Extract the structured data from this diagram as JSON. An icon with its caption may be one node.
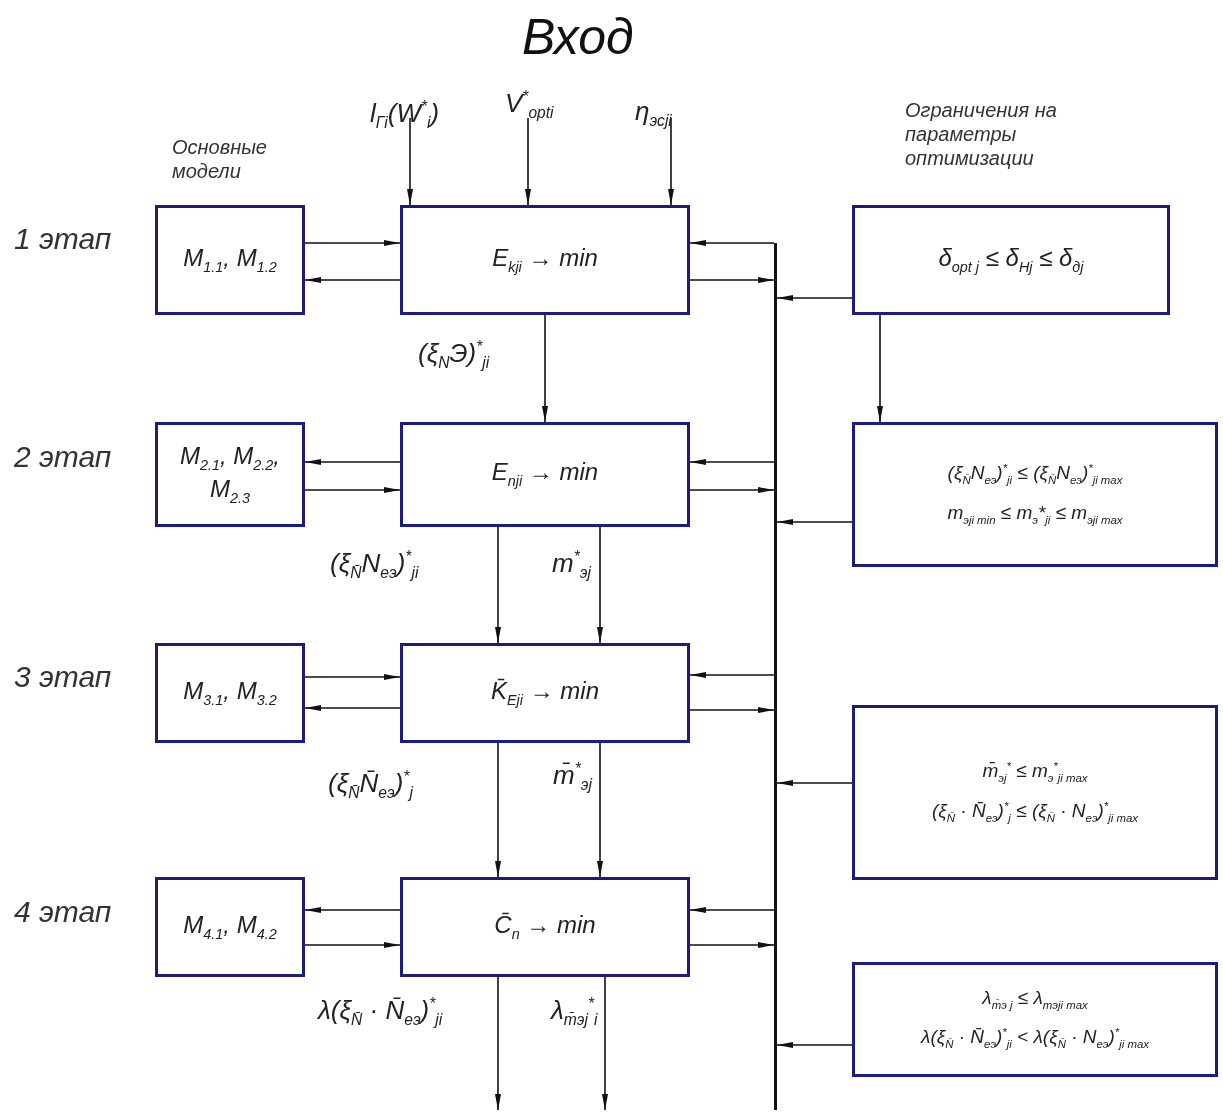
{
  "diagram": {
    "title": "Вход",
    "nodes": [
      {
        "text": [
          "M$_{1.1}$, M$_{1.2}$"
        ],
        "beside": [
          "Основные модели"
        ]
      },
      {
        "text": [
          "E$_{kji}$ → min"
        ]
      },
      {
        "text": [
          "M$_{2.1}$, M$_{2.2}$, M$_{2.3}$"
        ]
      },
      {
        "text": [
          "E$_{nji}$ → min"
        ]
      },
      {
        "text": [
          "M$_{3.1}$, M$_{3.2}$"
        ]
      },
      {
        "text": [
          "K̄$_{Eji}$ → min"
        ]
      },
      {
        "text": [
          "M$_{4.1}$, M$_{4.2}$"
        ]
      },
      {
        "text": [
          "C̄$_{n}$ → min"
        ]
      },
      {
        "text": [
          "δ$_{opt j}$ ≤ δ$_{Hj}$ ≤ δ$_{дj}$"
        ],
        "beside": [
          "Ограничения на параметры оптимизации"
        ]
      },
      {
        "text": [
          "(ξ$_{N̄}$N$_{eэ}$)$^{*}$$_{ji}$ ≤ (ξ$_{N̄}$N$_{eэ}$)$^{*}$$_{ji max}$",
          "m$_{эji min}$ ≤ m$_{э}$*$_{ji}$ ≤ m$_{эji max}$"
        ]
      },
      {
        "text": [
          "m̄$_{эj}$$^{*}$ ≤ m$_{э}$$^{*}$$_{ji max}$",
          "(ξ$_{N̄}$ · N̄$_{eэ}$)$^{*}$$_{j}$ ≤ (ξ$_{N̄}$ · N$_{eэ}$)$^{*}$$_{ji max}$"
        ]
      },
      {
        "text": [
          "λ$_{m̄э j}$ ≤ λ$_{mэji max}$",
          "λ(ξ$_{N̄}$ · N̄$_{eэ}$)$^{*}$$_{ji}$ < λ(ξ$_{N̄}$ · N$_{eэ}$)$^{*}$$_{ji max}$"
        ]
      },
      {
        "text": [],
        "shape": "bar"
      }
    ],
    "edges": [
      {
        "from": null,
        "to": 1,
        "arrow": "to",
        "label": "l$_{Гi}$(W$^{*}$$_{i}$)"
      },
      {
        "from": null,
        "to": 1,
        "arrow": "to",
        "label": "V$^{*}$$_{opti}$"
      },
      {
        "from": null,
        "to": 1,
        "arrow": "to",
        "label": "η$_{эсji}$"
      },
      {
        "from": 0,
        "to": 1,
        "arrow": "to"
      },
      {
        "from": 1,
        "to": 0,
        "arrow": "to"
      },
      {
        "from": 12,
        "to": 1,
        "arrow": "to"
      },
      {
        "from": 1,
        "to": 12,
        "arrow": "to"
      },
      {
        "from": 8,
        "to": 12,
        "arrow": "to"
      },
      {
        "from": 8,
        "to": 9,
        "arrow": "to"
      },
      {
        "from": 1,
        "to": 3,
        "arrow": "to",
        "label": "(ξ$_{N}$Э)$^{*}$$_{ji}$"
      },
      {
        "from": 3,
        "to": 2,
        "arrow": "to"
      },
      {
        "from": 2,
        "to": 3,
        "arrow": "to"
      },
      {
        "from": 12,
        "to": 3,
        "arrow": "to"
      },
      {
        "from": 3,
        "to": 12,
        "arrow": "to"
      },
      {
        "from": 9,
        "to": 12,
        "arrow": "to"
      },
      {
        "from": 3,
        "to": 5,
        "arrow": "to",
        "label": "(ξ$_{N̄}$N$_{eэ}$)$^{*}$$_{ji}$"
      },
      {
        "from": 3,
        "to": 5,
        "arrow": "to",
        "label": "m$^{*}$$_{эj}$"
      },
      {
        "from": 4,
        "to": 5,
        "arrow": "to"
      },
      {
        "from": 5,
        "to": 4,
        "arrow": "to"
      },
      {
        "from": 12,
        "to": 5,
        "arrow": "to"
      },
      {
        "from": 5,
        "to": 12,
        "arrow": "to"
      },
      {
        "from": 10,
        "to": 12,
        "arrow": "to"
      },
      {
        "from": 5,
        "to": 7,
        "arrow": "to",
        "label": "(ξ$_{N̄}$N̄$_{eэ}$)$^{*}$$_{j}$"
      },
      {
        "from": 5,
        "to": 7,
        "arrow": "to",
        "label": "m̄$^{*}$$_{эj}$"
      },
      {
        "from": 7,
        "to": 6,
        "arrow": "to"
      },
      {
        "from": 6,
        "to": 7,
        "arrow": "to"
      },
      {
        "from": 12,
        "to": 7,
        "arrow": "to"
      },
      {
        "from": 7,
        "to": 12,
        "arrow": "to"
      },
      {
        "from": 11,
        "to": 12,
        "arrow": "to"
      },
      {
        "from": 7,
        "to": null,
        "arrow": "to",
        "label": "λ(ξ$_{N̄}$ · N̄$_{eэ}$)$^{*}$$_{ji}$"
      },
      {
        "from": 7,
        "to": null,
        "arrow": "to",
        "label": "λ$_{m̄эj}$$^{*}$$_{i}$"
      }
    ],
    "labels": [
      "1 этап",
      "2 этап",
      "3 этап",
      "4 этап"
    ]
  }
}
